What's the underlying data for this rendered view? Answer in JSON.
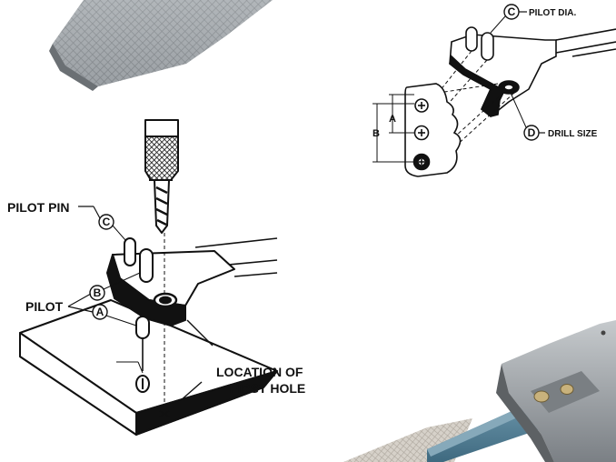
{
  "labels": {
    "pilot_dia": "PILOT DIA.",
    "drill_size": "DRILL SIZE",
    "pilot_pin": "PILOT PIN",
    "pilot": "PILOT",
    "location_line1": "LOCATION OF",
    "location_line2": "FIRST HOLE",
    "dim_a": "A",
    "dim_b": "B"
  },
  "callouts": {
    "c_top": "C",
    "d": "D",
    "c_left": "C",
    "b": "B",
    "a": "A"
  },
  "colors": {
    "ink": "#111111",
    "bar_steel": "#9aa0a4",
    "bar_blue": "#4f7e95",
    "bar_dark": "#5d6164"
  },
  "icons": {
    "photo_top": "knurled-steel-bar",
    "photo_bottom": "drill-jig-tool"
  }
}
